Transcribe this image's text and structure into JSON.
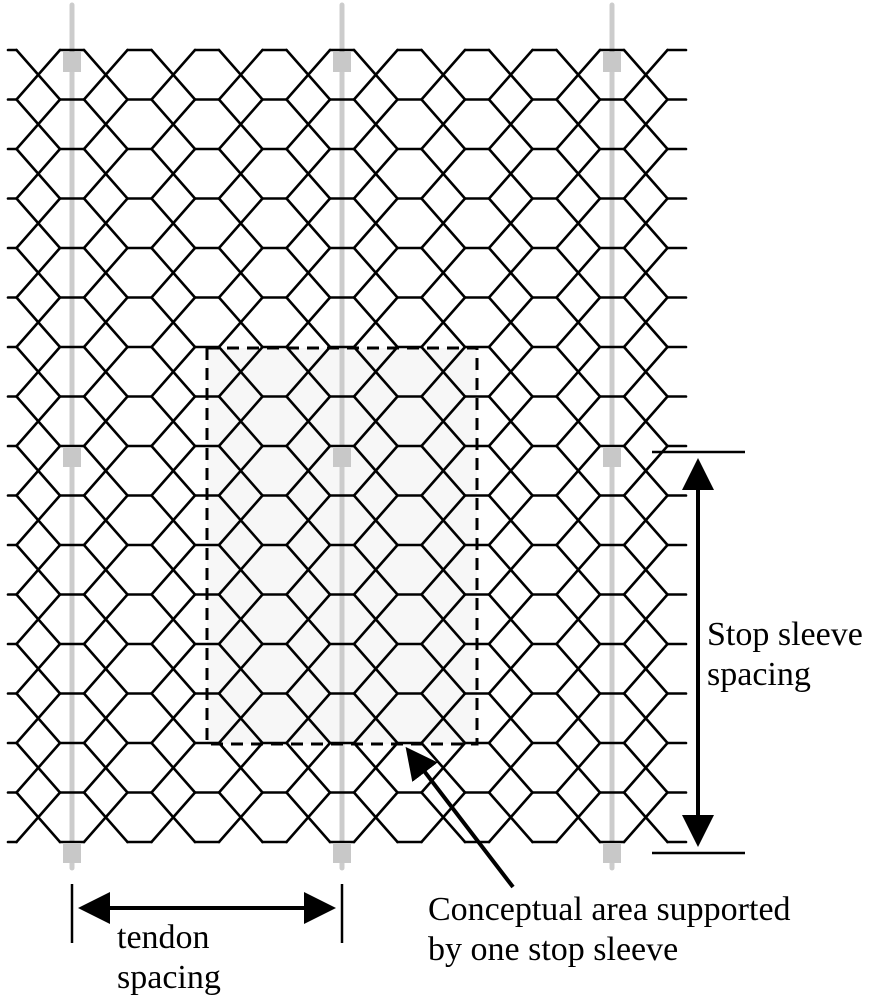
{
  "labels": {
    "stop_sleeve_spacing": [
      "Stop sleeve",
      "spacing"
    ],
    "tendon_spacing": [
      "tendon",
      "spacing"
    ],
    "conceptual_area": [
      "Conceptual area supported",
      "by one stop sleeve"
    ]
  },
  "colors": {
    "mesh": "#000000",
    "tendon": "#cccccc",
    "stop_sleeve": "#c8c8c8",
    "area_fill": "#f7f7f7",
    "dimension": "#000000"
  },
  "mesh": {
    "columns": 10,
    "rows": 8,
    "tendons": 3,
    "stop_sleeves_per_tendon": 3
  }
}
